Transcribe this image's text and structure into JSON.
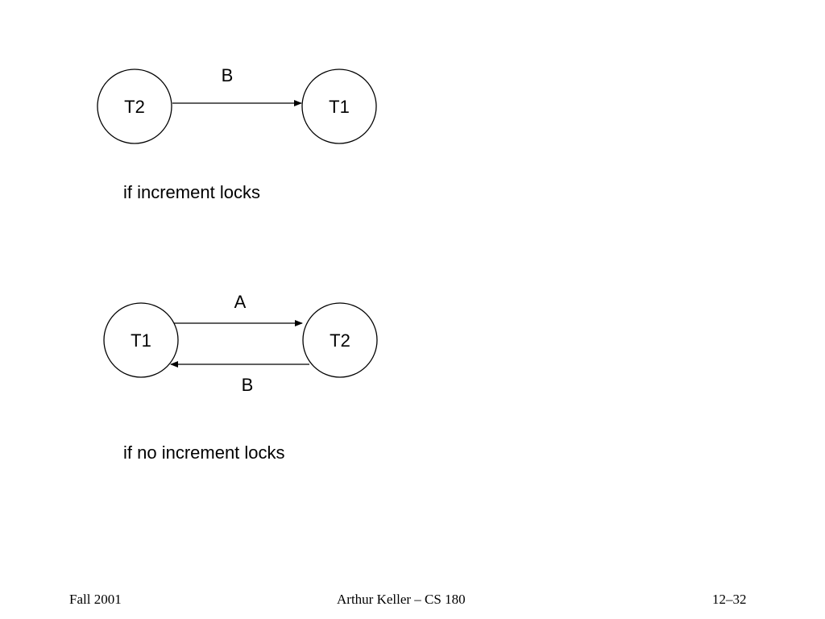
{
  "diagram1": {
    "node_left": "T2",
    "node_right": "T1",
    "edge_label": "B",
    "caption": "if increment locks"
  },
  "diagram2": {
    "node_left": "T1",
    "node_right": "T2",
    "edge_top_label": "A",
    "edge_bottom_label": "B",
    "caption": "if no increment locks"
  },
  "footer": {
    "left": "Fall 2001",
    "center": "Arthur Keller – CS 180",
    "right": "12–32"
  }
}
